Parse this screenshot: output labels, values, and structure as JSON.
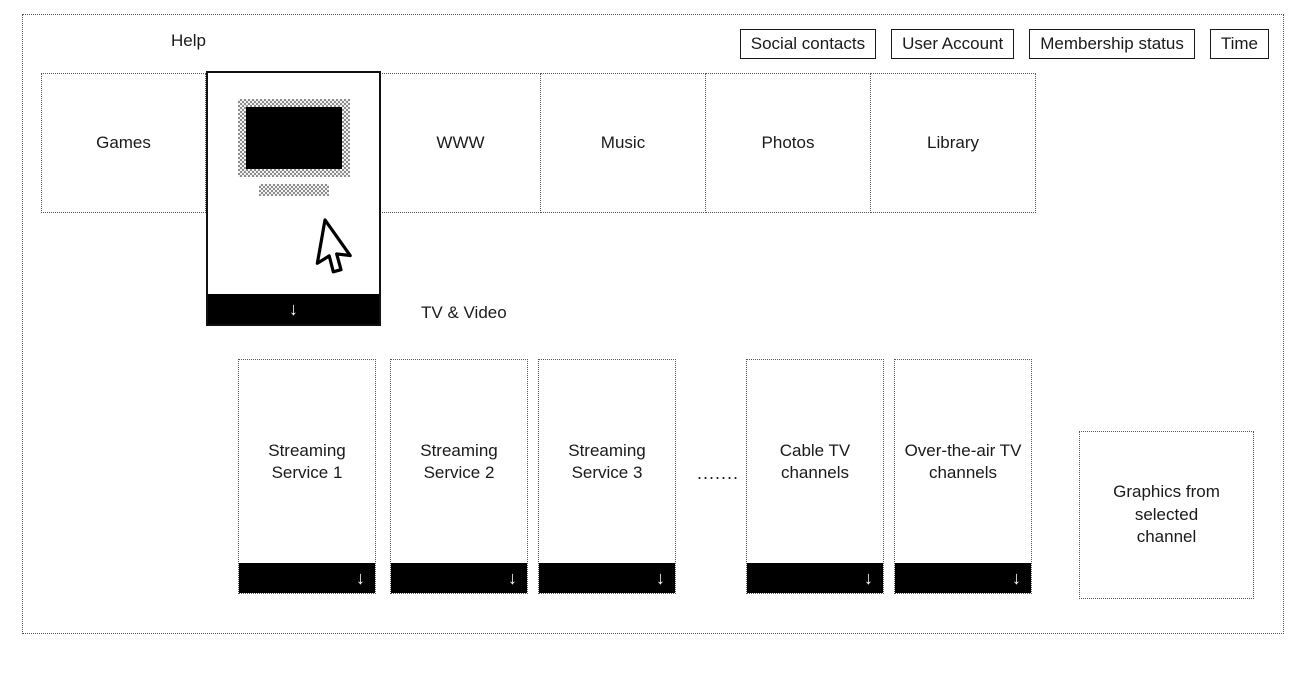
{
  "header": {
    "help": "Help",
    "buttons": [
      "Social contacts",
      "User Account",
      "Membership status",
      "Time"
    ]
  },
  "menu": {
    "items": [
      "Games",
      "WWW",
      "Music",
      "Photos",
      "Library"
    ],
    "selected": {
      "label": "TV & Video",
      "icon": "tv-monitor-icon",
      "down_arrow": "↓"
    }
  },
  "channels": {
    "items": [
      "Streaming Service 1",
      "Streaming Service 2",
      "Streaming Service 3",
      "Cable TV channels",
      "Over-the-air TV channels"
    ],
    "ellipsis": ".......",
    "down_arrow": "↓"
  },
  "preview": {
    "label": "Graphics from selected channel"
  },
  "colors": {
    "background": "#ffffff",
    "border_dotted": "#555555",
    "bar": "#000000",
    "text": "#1a1a1a",
    "dither_gray": "#8d8d8d"
  }
}
